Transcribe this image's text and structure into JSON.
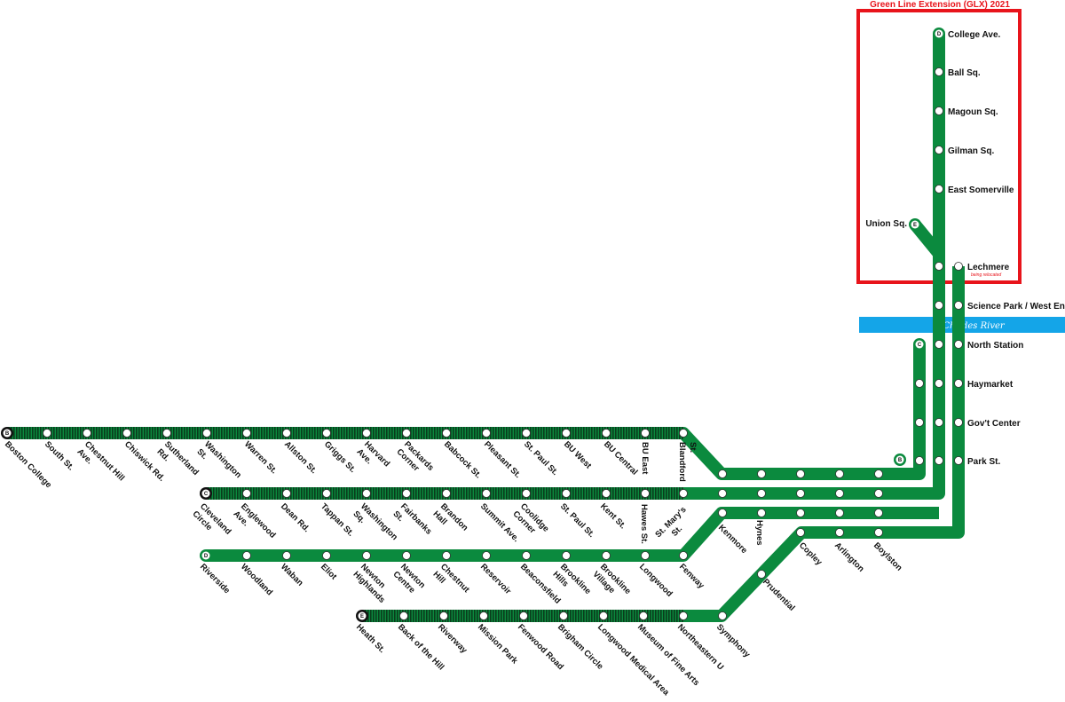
{
  "colors": {
    "line": "#0b8a3e",
    "line_dark": "#0a5a28",
    "river": "#14a5e8",
    "glx_box": "#e8141b"
  },
  "glx": {
    "title": "Green Line Extension (GLX) 2021",
    "relocation_note": "being relocated"
  },
  "river": {
    "label": "Charles River"
  },
  "line_bullets": {
    "b": "B",
    "c": "C",
    "d": "D",
    "e": "E"
  },
  "stations": {
    "college_ave": "College Ave.",
    "ball_sq": "Ball Sq.",
    "magoun_sq": "Magoun Sq.",
    "gilman_sq": "Gilman Sq.",
    "east_somerville": "East Somerville",
    "union_sq": "Union Sq.",
    "lechmere": "Lechmere",
    "science_park": "Science Park / West End",
    "north_station": "North Station",
    "haymarket": "Haymarket",
    "govt_center": "Gov't Center",
    "park_st": "Park St.",
    "boston_college": "Boston College",
    "south_st": "South St.",
    "chestnut_hill_ave": "Chestnut Hill Ave.",
    "chiswick_rd": "Chiswick Rd.",
    "sutherland_rd": "Sutherland Rd.",
    "washington_st_b": "Washington St.",
    "warren_st": "Warren St.",
    "allston_st": "Allston St.",
    "griggs_st": "Griggs St.",
    "harvard_ave": "Harvard Ave.",
    "packards_corner": "Packards Corner",
    "babcock_st": "Babcock St.",
    "pleasant_st": "Pleasant St.",
    "st_paul_st_b": "St. Paul St.",
    "bu_west": "BU West",
    "bu_central": "BU Central",
    "bu_east": "BU East",
    "blandford_st": "Blandford St.",
    "cleveland_circle": "Cleveland Circle",
    "englewood_ave": "Englewood Ave.",
    "dean_rd": "Dean Rd.",
    "tappan_st": "Tappan St.",
    "washington_sq": "Washington Sq.",
    "fairbanks_st": "Fairbanks St.",
    "brandon_hall": "Brandon Hall",
    "summit_ave": "Summit Ave.",
    "coolidge_corner": "Coolidge Corner",
    "st_paul_st_c": "St. Paul St.",
    "kent_st": "Kent St.",
    "hawes_st": "Hawes St.",
    "st_marys_st": "St. Mary's St.",
    "riverside": "Riverside",
    "woodland": "Woodland",
    "waban": "Waban",
    "eliot": "Eliot",
    "newton_highlands": "Newton Highlands",
    "newton_centre": "Newton Centre",
    "chestnut_hill": "Chestnut Hill",
    "reservoir": "Reservoir",
    "beaconsfield": "Beaconsfield",
    "brookline_hills": "Brookline Hills",
    "brookline_village": "Brookline Village",
    "longwood": "Longwood",
    "fenway": "Fenway",
    "kenmore": "Kenmore",
    "hynes": "Hynes",
    "copley": "Copley",
    "arlington": "Arlington",
    "boylston": "Boylston",
    "prudential": "Prudential",
    "symphony": "Symphony",
    "heath_st": "Heath St.",
    "back_of_the_hill": "Back of the Hill",
    "riverway": "Riverway",
    "mission_park": "Mission Park",
    "fenwood_road": "Fenwood Road",
    "brigham_circle": "Brigham Circle",
    "longwood_medical_area": "Longwood Medical Area",
    "museum_of_fine_arts": "Museum of Fine Arts",
    "northeastern_u": "Northeastern U"
  }
}
